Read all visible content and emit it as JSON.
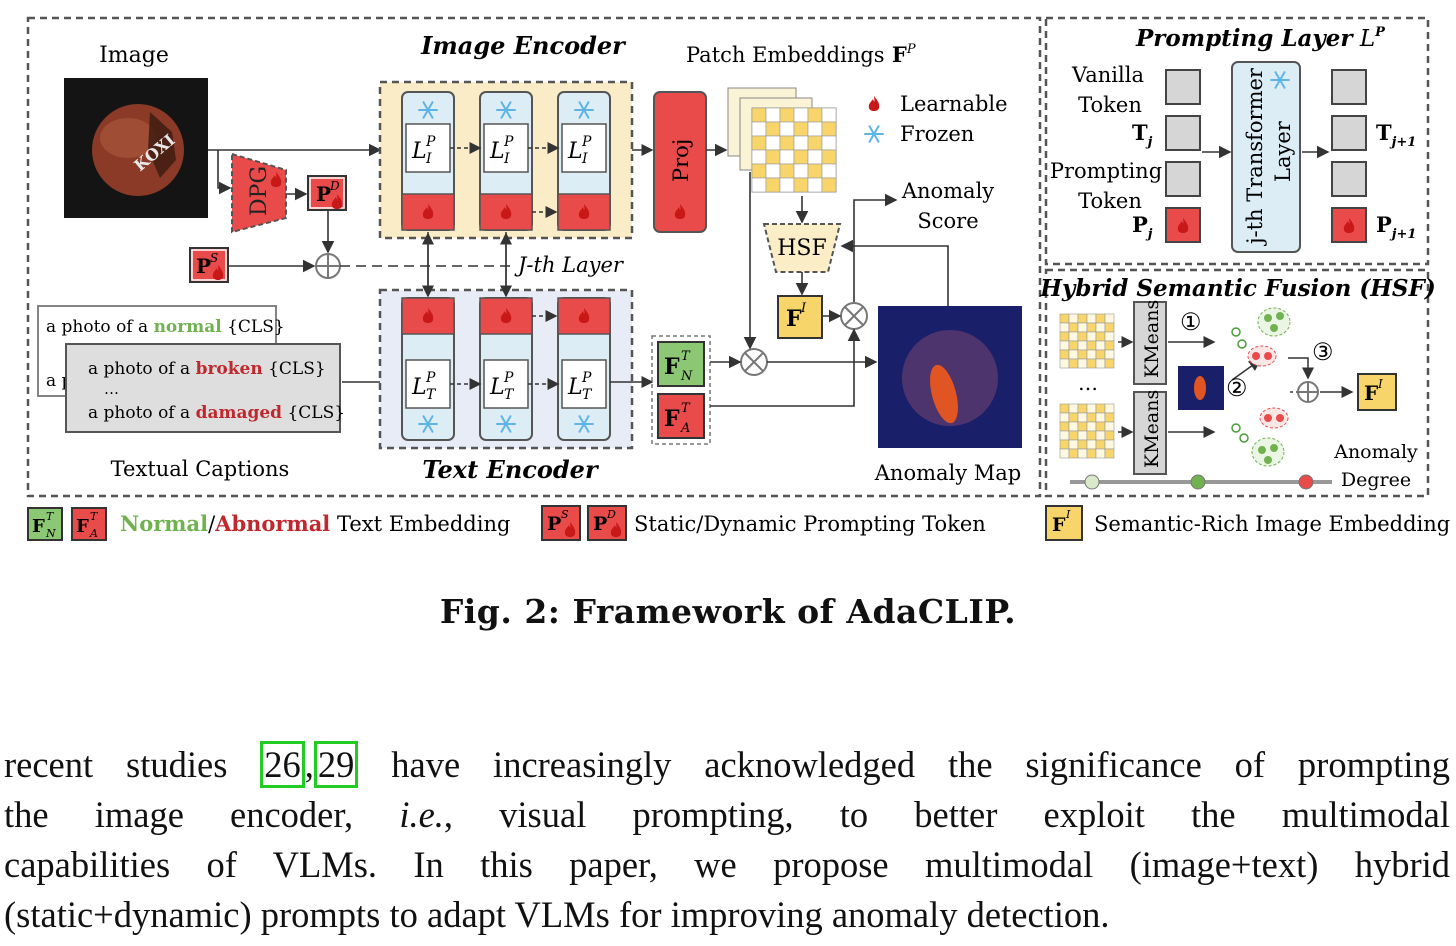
{
  "figure": {
    "main": {
      "image_label": "Image",
      "image_encoder_title": "Image Encoder",
      "text_encoder_title": "Text Encoder",
      "patch_embeddings_label": "Patch Embeddings",
      "dpg_label": "DPG",
      "proj_label": "Proj",
      "hsf_label": "HSF",
      "jth_layer_label": "J-th Layer",
      "anomaly_score_line1": "Anomaly",
      "anomaly_score_line2": "Score",
      "anomaly_map_label": "Anomaly Map",
      "textual_captions_label": "Textual Captions",
      "legend_learnable": "Learnable",
      "legend_frozen": "Frozen",
      "caption_normal_prefix": "a photo of a",
      "caption_normal_word": "normal",
      "caption_cls": "{CLS}",
      "caption_broken_word": "broken",
      "caption_damaged_word": "damaged",
      "caption_ellipsis": "…",
      "caption_cut": "a p"
    },
    "prompting_layer": {
      "title": "Prompting Layer",
      "vanilla_line1": "Vanilla",
      "vanilla_line2": "Token",
      "prompting_line1": "Prompting",
      "prompting_line2": "Token",
      "transformer_line1": "j-th Transformer",
      "transformer_line2": "Layer"
    },
    "hsf_panel": {
      "title": "Hybrid Semantic Fusion (HSF)",
      "kmeans_label": "KMeans",
      "step1": "①",
      "step2": "②",
      "step3": "③",
      "ellipsis": "…",
      "anomaly_degree_line1": "Anomaly",
      "anomaly_degree_line2": "Degree"
    },
    "bottom_legend": {
      "normal_word": "Normal",
      "slash": "/",
      "abnormal_word": "Abnormal",
      "text_embedding": "Text Embedding",
      "prompting_token": "Static/Dynamic Prompting Token",
      "image_embedding": "Semantic-Rich Image Embedding"
    },
    "colors": {
      "learnable_red": "#e94b4b",
      "frozen_blue": "#dcedf5",
      "encoder_yellow": "#f9ecc7",
      "encoder_blue": "#e8ecf7",
      "normal_green": "#6fb24f",
      "abnormal_red": "#c0282e",
      "embedding_yellow": "#f7d56a"
    }
  },
  "caption": "Fig. 2: Framework of AdaCLIP.",
  "paragraph": {
    "line1_a": "recent studies ",
    "cite1": "26",
    "cite_sep": ",",
    "cite2": "29",
    "line1_b": " have increasingly acknowledged the significance of prompting",
    "line2_a": "the image encoder, ",
    "line2_ie": "i.e.",
    "line2_b": ", visual prompting, to better exploit the multimodal",
    "line3": "capabilities of VLMs. In this paper, we propose multimodal (image+text) hybrid",
    "line4": "(static+dynamic) prompts to adapt VLMs for improving anomaly detection."
  }
}
